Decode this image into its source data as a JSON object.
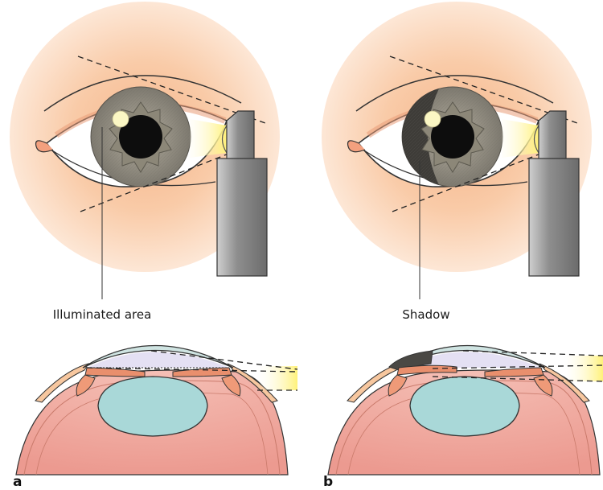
{
  "panels": [
    {
      "letter": "a",
      "label": "Illuminated area"
    },
    {
      "letter": "b",
      "label": "Shadow"
    }
  ],
  "colors": {
    "skin_outer": "#fbe0c8",
    "skin_inner": "#f6b98d",
    "iris": "#8d8a80",
    "iris_dark": "#4f4d48",
    "pupil": "#101010",
    "light_beam": "#fff3a8",
    "lamp": "#9a9a9a",
    "cornea": "#cfe3e3",
    "anterior_chamber": "#e6e2f4",
    "lens": "#a9d8d8",
    "sclera_tissue": "#f0a9a0",
    "iris_section": "#e98f6d"
  }
}
